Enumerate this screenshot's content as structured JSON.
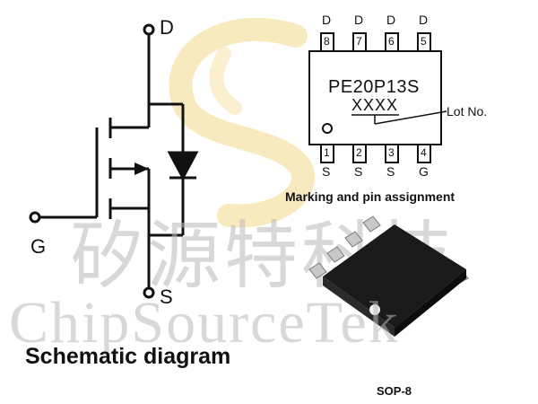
{
  "schematic": {
    "title": "Schematic diagram",
    "pin_d": "D",
    "pin_g": "G",
    "pin_s": "S"
  },
  "package": {
    "marking": "PE20P13S",
    "lot_code": "XXXX",
    "lot_label": "Lot No.",
    "caption": "Marking and pin assignment",
    "top_pins": [
      {
        "num": "8",
        "func": "D"
      },
      {
        "num": "7",
        "func": "D"
      },
      {
        "num": "6",
        "func": "D"
      },
      {
        "num": "5",
        "func": "D"
      }
    ],
    "bottom_pins": [
      {
        "num": "1",
        "func": "S"
      },
      {
        "num": "2",
        "func": "S"
      },
      {
        "num": "3",
        "func": "S"
      },
      {
        "num": "4",
        "func": "G"
      }
    ]
  },
  "chip_photo": {
    "caption": "SOP-8"
  },
  "watermark": {
    "cn": "矽源特科技",
    "en": "ChipSourceTek"
  },
  "colors": {
    "ink": "#111111",
    "watermark_gray": "#b9b9b9",
    "logo_yellow": "#f3d98a",
    "chip_body": "#1a1a1a",
    "lead_silver": "#c8c8c8"
  }
}
